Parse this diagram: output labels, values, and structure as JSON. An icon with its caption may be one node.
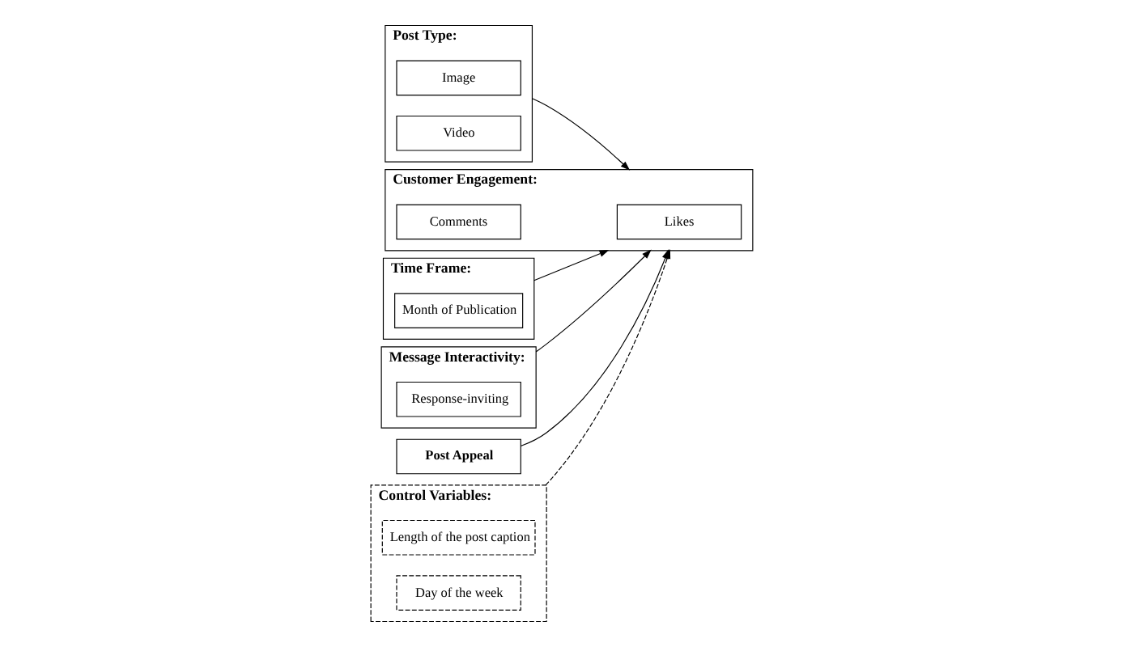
{
  "diagram": {
    "nodes": [
      {
        "text": [
          "Post Type:"
        ]
      },
      {
        "text": [
          "Image"
        ],
        "in": 0
      },
      {
        "text": [
          "Video"
        ],
        "in": 0
      },
      {
        "text": [
          "Time Frame:"
        ]
      },
      {
        "text": [
          "Month of Publication"
        ],
        "in": 3
      },
      {
        "text": [
          "Message Interactivity:"
        ]
      },
      {
        "text": [
          "Response-inviting"
        ],
        "in": 5
      },
      {
        "text": [
          "Post Appeal"
        ]
      },
      {
        "text": [
          "Customer Engagement:"
        ]
      },
      {
        "text": [
          "Likes"
        ],
        "in": 8
      },
      {
        "text": [
          "Comments"
        ],
        "in": 8
      },
      {
        "text": [
          "Control Variables:"
        ]
      },
      {
        "text": [
          "Length of the post caption"
        ],
        "in": 11
      },
      {
        "text": [
          "Day of the week"
        ],
        "in": 11
      }
    ],
    "edges": [
      {
        "from": 0,
        "to": 8,
        "arrow": "to"
      },
      {
        "from": 3,
        "to": 8,
        "arrow": "to"
      },
      {
        "from": 5,
        "to": 8,
        "arrow": "to"
      },
      {
        "from": 7,
        "to": 8,
        "arrow": "to"
      },
      {
        "from": 11,
        "to": 8,
        "arrow": "to",
        "style": "dashed"
      }
    ]
  }
}
